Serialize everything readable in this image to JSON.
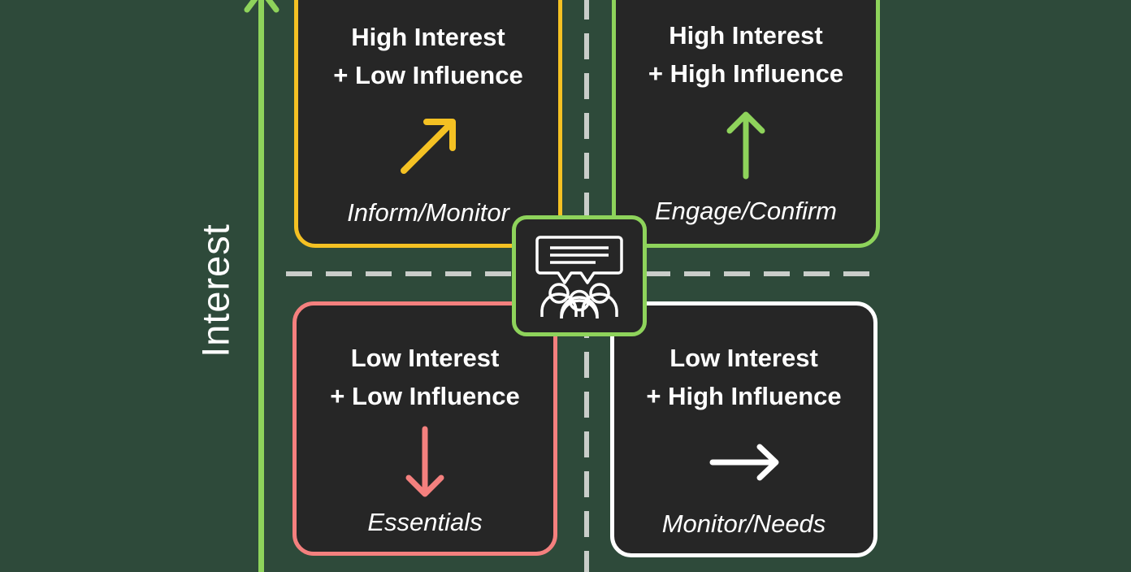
{
  "diagram": {
    "axis": {
      "label": "Interest",
      "axis_color": "#8ed35b",
      "arrow_icon": "up-arrow-icon"
    },
    "background_color": "#2e4a3a",
    "divider_color": "#c9cdc9",
    "center_badge": {
      "icon": "stakeholder-discussion-icon",
      "border_color": "#8ed35b"
    },
    "quadrants": [
      {
        "id": "high-interest-low-influence",
        "title_line1": "High Interest",
        "title_line2": "+ Low Influence",
        "action": "Inform/Monitor",
        "arrow_icon": "arrow-up-right-icon",
        "accent_color": "#f4c123"
      },
      {
        "id": "high-interest-high-influence",
        "title_line1": "High Interest",
        "title_line2": "+ High Influence",
        "action": "Engage/Confirm",
        "arrow_icon": "arrow-up-icon",
        "accent_color": "#8ed35b"
      },
      {
        "id": "low-interest-low-influence",
        "title_line1": "Low Interest",
        "title_line2": "+ Low Influence",
        "action": "Essentials",
        "arrow_icon": "arrow-down-icon",
        "accent_color": "#f4807e"
      },
      {
        "id": "low-interest-high-influence",
        "title_line1": "Low Interest",
        "title_line2": "+ High Influence",
        "action": "Monitor/Needs",
        "arrow_icon": "arrow-right-icon",
        "accent_color": "#ffffff"
      }
    ]
  }
}
